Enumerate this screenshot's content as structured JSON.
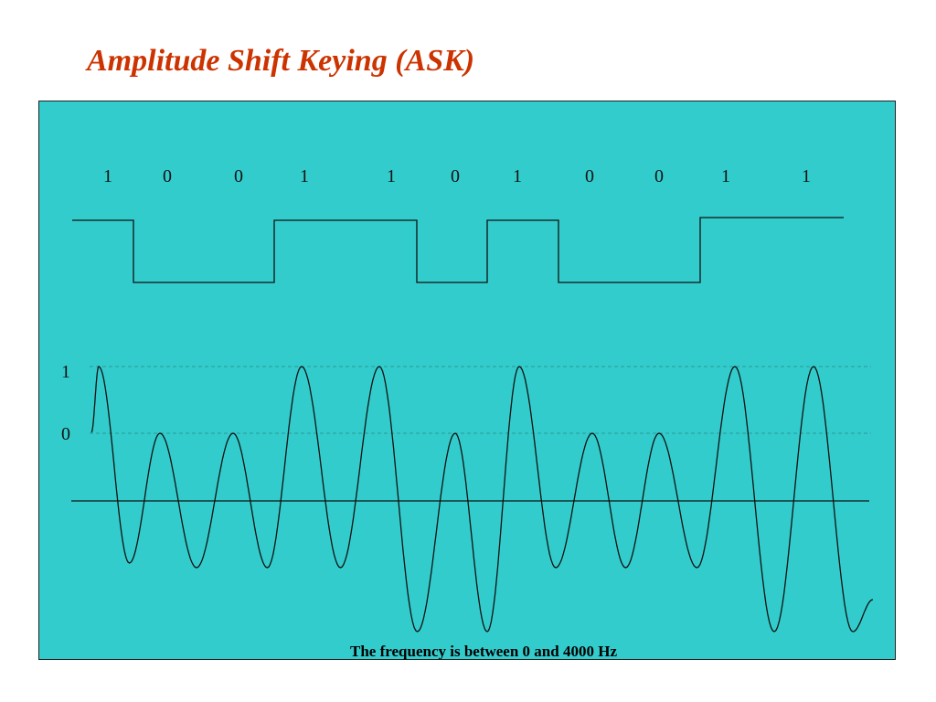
{
  "title": "Amplitude Shift Keying (ASK)",
  "bits": [
    "1",
    "0",
    "0",
    "1",
    "1",
    "0",
    "1",
    "0",
    "0",
    "1",
    "1"
  ],
  "amplitude_labels": {
    "high": "1",
    "low": "0"
  },
  "caption": "The frequency is between 0 and 4000 Hz",
  "colors": {
    "background": "#33cccc",
    "title": "#cc3300",
    "line": "#111111"
  }
}
